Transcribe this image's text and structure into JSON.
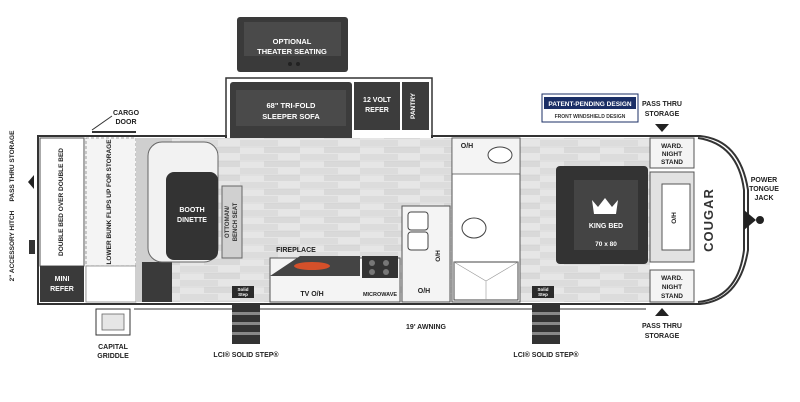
{
  "labels": {
    "optional_theater_seating_1": "OPTIONAL",
    "optional_theater_seating_2": "THEATER SEATING",
    "sleeper_sofa_1": "68\" TRI-FOLD",
    "sleeper_sofa_2": "SLEEPER SOFA",
    "refer_12v_1": "12 VOLT",
    "refer_12v_2": "REFER",
    "pantry": "PANTRY",
    "cargo_door_1": "CARGO",
    "cargo_door_2": "DOOR",
    "patent_1": "PATENT-PENDING DESIGN",
    "patent_2": "FRONT WINDSHIELD DESIGN",
    "pass_thru_storage_top_1": "PASS THRU",
    "pass_thru_storage_top_2": "STORAGE",
    "pass_thru_storage_left": "PASS THRU STORAGE",
    "accessory_hitch": "2\" ACCESSORY HITCH",
    "double_bed": "DOUBLE BED OVER DOUBLE BED",
    "lower_bunk": "LOWER BUNK FLIPS UP FOR STORAGE",
    "mini_refer_1": "MINI",
    "mini_refer_2": "REFER",
    "booth_dinette_1": "BOOTH",
    "booth_dinette_2": "DINETTE",
    "ottoman_bench_1": "OTTOMAN/",
    "ottoman_bench_2": "BENCH SEAT",
    "fireplace": "FIREPLACE",
    "tv_oh": "TV O/H",
    "microwave": "MICROWAVE",
    "oh_bath": "O/H",
    "oh_kitchen": "O/H",
    "oh_counter": "O/H",
    "oh_bedroom": "O/H",
    "king_bed": "KING BED",
    "king_size": "70 x 80",
    "ward_top_1": "WARD.",
    "ward_top_2": "NIGHT",
    "ward_top_3": "STAND",
    "ward_bot_1": "WARD.",
    "ward_bot_2": "NIGHT",
    "ward_bot_3": "STAND",
    "power_jack_1": "POWER",
    "power_jack_2": "TONGUE",
    "power_jack_3": "JACK",
    "awning": "19' AWNING",
    "capital_griddle_1": "CAPITAL",
    "capital_griddle_2": "GRIDDLE",
    "solid_step_left": "LCI® SOLID STEP®",
    "solid_step_right": "LCI® SOLID STEP®",
    "pass_thru_storage_bottom_1": "PASS THRU",
    "pass_thru_storage_bottom_2": "STORAGE",
    "brand": "COUGAR",
    "solid_step_badge_1": "Solid",
    "solid_step_badge_2": "Step"
  }
}
